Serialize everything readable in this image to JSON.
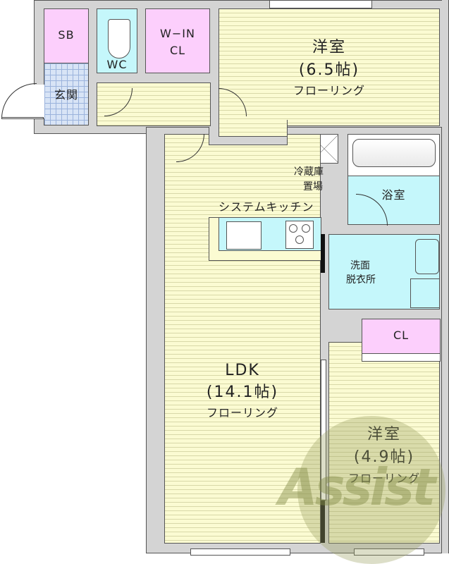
{
  "rooms": {
    "sb": {
      "label": "SB"
    },
    "wc": {
      "label": "WC"
    },
    "walkin_closet": {
      "line1": "W−IN",
      "line2": "CL"
    },
    "entrance": {
      "label": "玄関"
    },
    "western_room_1": {
      "name": "洋室",
      "size": "(6.5帖)",
      "floor": "フローリング"
    },
    "fridge_space": {
      "line1": "冷蔵庫",
      "line2": "置場"
    },
    "bathroom": {
      "label": "浴室"
    },
    "kitchen": {
      "label": "システムキッチン"
    },
    "washroom": {
      "line1": "洗面",
      "line2": "脱衣所"
    },
    "closet": {
      "label": "CL"
    },
    "ldk": {
      "name": "LDK",
      "size": "(14.1帖)",
      "floor": "フローリング"
    },
    "western_room_2": {
      "name": "洋室",
      "size": "(4.9帖)",
      "floor": "フローリング"
    }
  },
  "watermark": {
    "text": "Assist"
  },
  "colors": {
    "floor": "#fbfbd2",
    "closet": "#fccffc",
    "wet_area": "#c5f7fb",
    "entrance_tile": "#d8e4f6",
    "wall": "#d4d4d4",
    "watermark": "#9aa060"
  }
}
